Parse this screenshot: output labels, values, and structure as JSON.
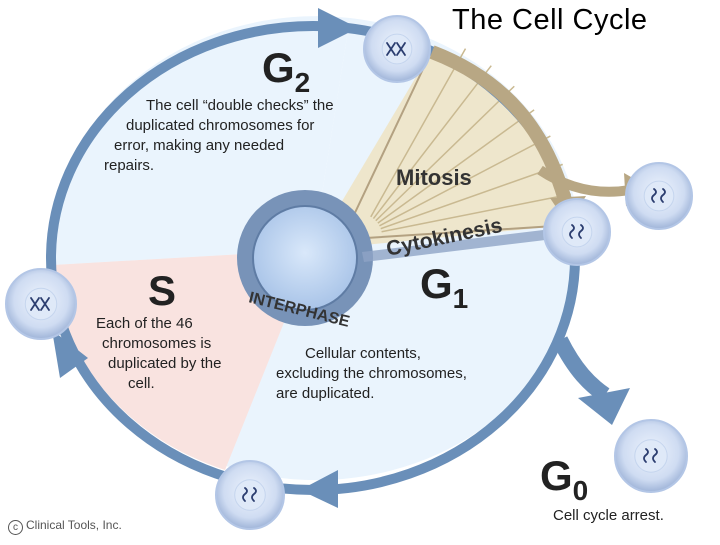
{
  "title": "The Cell Cycle",
  "copyright": {
    "symbol": "c",
    "text": "Clinical Tools, Inc."
  },
  "phases": {
    "g2": {
      "label": "G",
      "subscript": "2",
      "description": [
        "The cell “double checks” the",
        "duplicated chromosomes for",
        "error, making any needed",
        "repairs."
      ]
    },
    "s": {
      "label": "S",
      "description": [
        "Each of the 46",
        "chromosomes is",
        "duplicated by the",
        "cell."
      ]
    },
    "g1": {
      "label": "G",
      "subscript": "1",
      "description": [
        "Cellular contents,",
        "excluding the chromosomes,",
        "are duplicated."
      ]
    },
    "g0": {
      "label": "G",
      "subscript": "0",
      "description": "Cell cycle arrest."
    },
    "mitosis": "Mitosis",
    "cytokinesis": "Cytokinesis",
    "interphase": "INTERPHASE"
  },
  "colors": {
    "arrow": "#6a8fb9",
    "g_region": "#eaf4fd",
    "s_region": "#f9e3e0",
    "mitosis_fan": "#eee6cc",
    "mitosis_line": "#b3a181",
    "cell_fill": "#c9daf3",
    "cell_ring": "#9bb3dc",
    "center_ring": "#7893b8",
    "center_fill": "#c3daf4"
  }
}
